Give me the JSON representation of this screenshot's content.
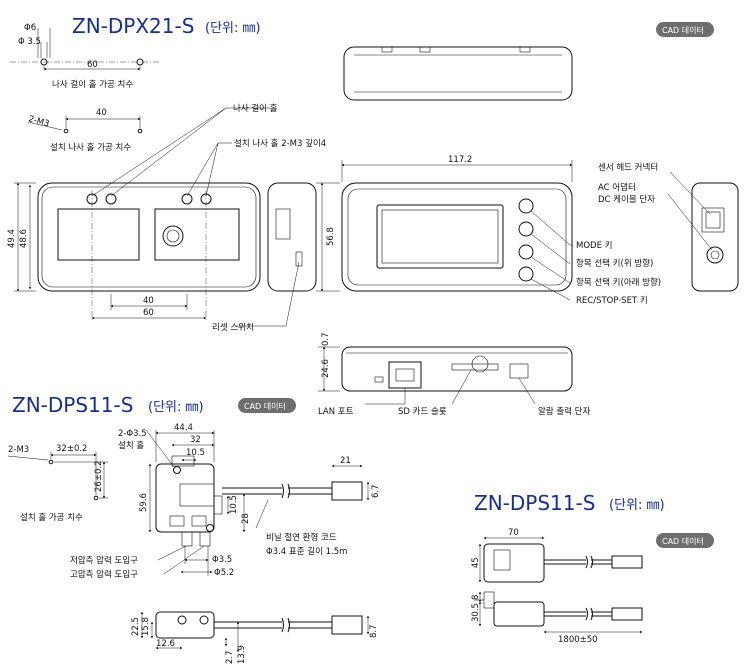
{
  "titles": {
    "dpx21": "ZN-DPX21-S",
    "dpx21_unit": "(단위: ㎜)",
    "dps11_a": "ZN-DPS11-S",
    "dps11_a_unit": "(단위: ㎜)",
    "dps11_b": "ZN-DPS11-S",
    "dps11_b_unit": "(단위: ㎜)"
  },
  "badges": {
    "cad_1": "CAD 데이터",
    "cad_2": "CAD 데이터",
    "cad_3": "CAD 데이터"
  },
  "labels": {
    "screw_hole_dims": "나사 걸이 홀 가공 치수",
    "screw_hole": "나사 걸이 홀",
    "mount_screw_hole": "설치 나사 홀 2-M3 깊이4",
    "mount_hole_dims_top": "설치 나사 홀 가공 치수",
    "sensor_head_connector": "센서 헤드 커넥터",
    "ac_adapter_terminal": "AC 어댑터\nDC 케이블 단자",
    "mode_key": "MODE 키",
    "item_up_key": "항목 선택 키(위 방향)",
    "item_down_key": "항목 선택 키(아래 방향)",
    "rec_key": "REC/STOP·SET 키",
    "reset_switch": "리셋 스위치",
    "lan_port": "LAN 포트",
    "sd_slot": "SD 카드 슬롯",
    "alarm_terminal": "알람 출력 단자",
    "mount_hole_b": "2-Φ3.5\n설치 홀",
    "mount_hole_dims_b": "설치 홀 가공 치수",
    "low_pressure_port": "저압측 압력 도입구",
    "high_pressure_port": "고압측 압력 도입구",
    "cable": "비닐 절연 환형 코드\nΦ3.4 표준 길이 1.5m"
  },
  "dims": {
    "phi6": "Φ6",
    "phi35": "Φ 3.5",
    "d60a": "60",
    "m3a": "2-M3",
    "d40a": "40",
    "d1172": "117.2",
    "d494": "49.4",
    "d486": "48.6",
    "d40b": "40",
    "d60b": "60",
    "d568": "56.8",
    "d07": "0.7",
    "d246": "24.6",
    "m3b": "2-M3",
    "d32tol": "32±0.2",
    "d26tol": "26±0.2",
    "d444": "44.4",
    "d32": "32",
    "d105": "10.5",
    "d596": "59.6",
    "d105b": "10.5",
    "d28": "28",
    "phi35b": "Φ3.5",
    "phi52": "Φ5.2",
    "d21": "21",
    "d67": "6.7",
    "d225": "22.5",
    "d158": "15.8",
    "d126": "12.6",
    "d27": "2.7",
    "d139": "13.9",
    "d87": "8.7",
    "d70": "70",
    "d45": "45",
    "d8": "8",
    "d305": "30.5",
    "d1800": "1800±50"
  },
  "colors": {
    "title": "#1a2e8c",
    "badge": "#6e6e6e",
    "line": "#111111"
  }
}
